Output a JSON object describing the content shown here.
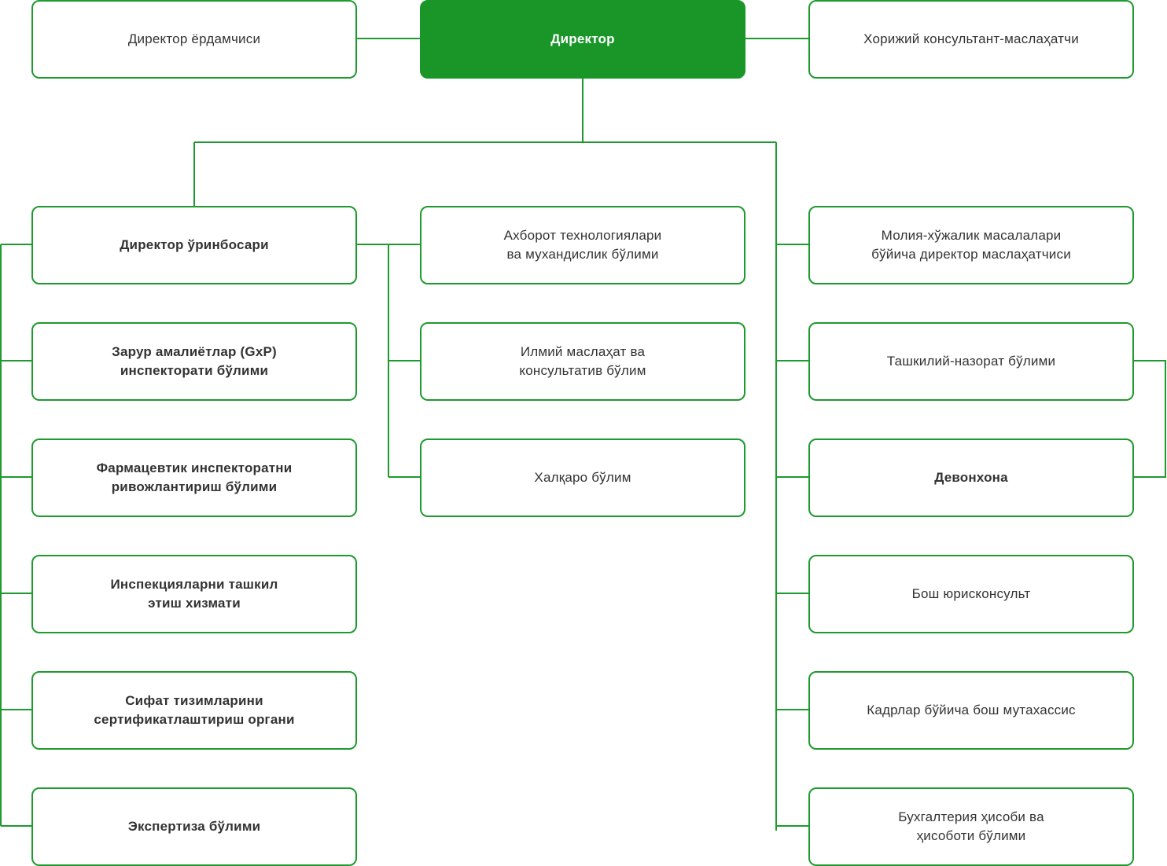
{
  "colors": {
    "accent": "#1a9629",
    "line": "#1e9a2e",
    "text": "#333333"
  },
  "chart": {
    "root": "Директор",
    "top_left": "Директор ёрдамчиси",
    "top_right": "Хорижий консультант-маслаҳатчи",
    "deputy": "Директор ўринбосари",
    "left_branch": [
      "Зарур амалиётлар (GxP)\nинспекторати бўлими",
      "Фармацевтик инспекторатни\nривожлантириш бўлими",
      "Инспекцияларни ташкил\nэтиш хизмати",
      "Сифат тизимларини\nсертификатлаштириш органи",
      "Экспертиза бўлими"
    ],
    "middle_branch": [
      "Ахборот технологиялари\nва мухандислик бўлими",
      "Илмий маслаҳат ва\nконсультатив бўлим",
      "Халқаро бўлим"
    ],
    "right_branch": [
      "Молия-хўжалик масалалари\nбўйича директор маслаҳатчиси",
      "Ташкилий-назорат бўлими",
      "Девонхона",
      "Бош юрисконсульт",
      "Кадрлар бўйича бош мутахассис",
      "Бухгалтерия ҳисоби ва\nҳисоботи  бўлими"
    ]
  }
}
